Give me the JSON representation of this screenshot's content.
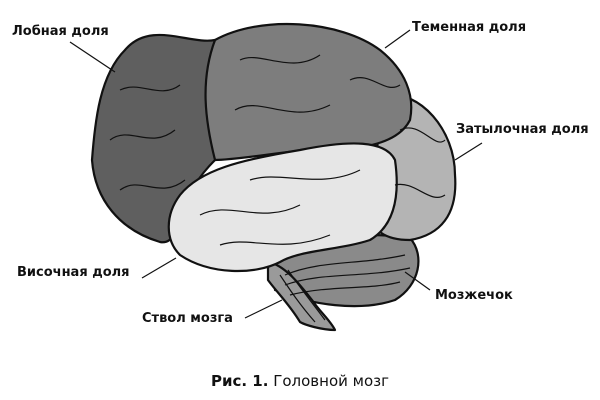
{
  "figure": {
    "caption_prefix": "Рис. 1.",
    "caption_text": " Головной мозг"
  },
  "labels": {
    "frontal": "Лобная доля",
    "parietal": "Теменная доля",
    "occipital": "Затылочная доля",
    "temporal": "Височная доля",
    "brainstem": "Ствол мозга",
    "cerebellum": "Мозжечок"
  },
  "colors": {
    "frontal": "#5f5f5f",
    "parietal": "#7d7d7d",
    "occipital": "#b4b4b4",
    "temporal": "#e6e6e6",
    "cerebellum": "#8a8a8a",
    "brainstem": "#9a9a9a",
    "outline": "#111111"
  }
}
